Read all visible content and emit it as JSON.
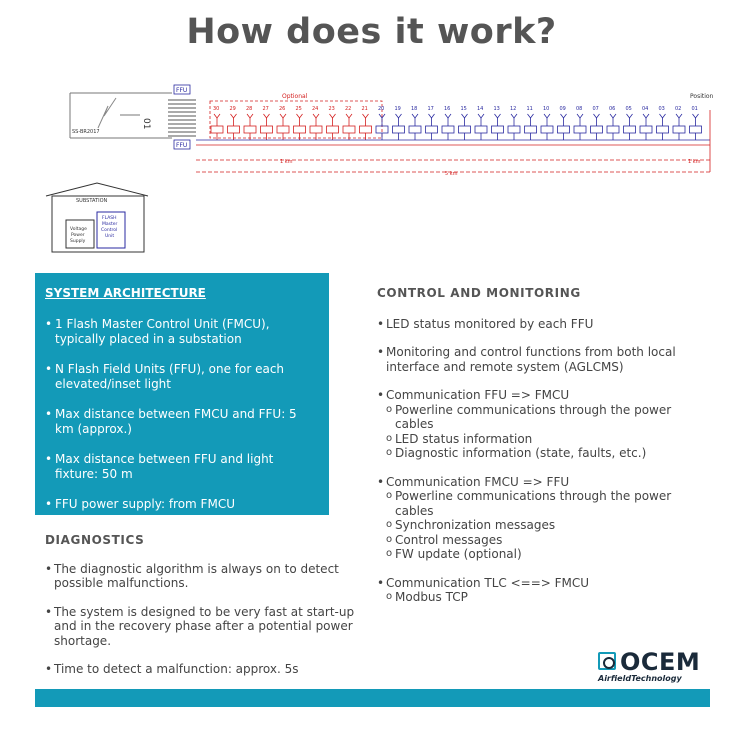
{
  "title": "How does it work?",
  "colors": {
    "accent": "#139ab8",
    "title": "#555555",
    "logo": "#1a2a3a",
    "diagram_red": "#d42020",
    "diagram_blue": "#2a2aa0"
  },
  "diagram": {
    "optional_label": "Optional",
    "position_label": "Position",
    "ffu_top_label": "FFU",
    "ffu_bottom_label": "FFU",
    "bus_label": "SS-BR2017",
    "substation_label": "SUBSTATION",
    "voltage_supply_label": "Voltage Power Supply",
    "fmcu_label": "FLASH Master Control Unit",
    "positions_red": [
      "30",
      "29",
      "28",
      "27",
      "26",
      "25",
      "24",
      "23",
      "22",
      "21"
    ],
    "positions_blue": [
      "20",
      "19",
      "18",
      "17",
      "16",
      "15",
      "14",
      "13",
      "12",
      "11",
      "10",
      "09",
      "08",
      "07",
      "06",
      "05",
      "04",
      "03",
      "02",
      "01"
    ]
  },
  "architecture": {
    "title": "SYSTEM ARCHITECTURE",
    "items": [
      "1 Flash Master Control Unit (FMCU), typically placed in a substation",
      "N Flash Field Units (FFU), one for each elevated/inset light",
      "Max distance between FMCU and FFU: 5 km (approx.)",
      "Max distance between FFU and light fixture: 50 m",
      "FFU power supply: from FMCU"
    ]
  },
  "diagnostics": {
    "title": "DIAGNOSTICS",
    "items": [
      "The diagnostic algorithm is always on to detect possible malfunctions.",
      "The system is designed to be very fast at start-up and in the recovery phase after a potential power shortage.",
      "Time to detect a malfunction: approx. 5s"
    ]
  },
  "control": {
    "title": "CONTROL AND MONITORING",
    "items": [
      {
        "text": "LED status monitored by each FFU",
        "sub": []
      },
      {
        "text": "Monitoring and control functions from both local interface and remote system (AGLCMS)",
        "sub": []
      },
      {
        "text": "Communication FFU => FMCU",
        "sub": [
          "Powerline communications through the power cables",
          "LED status information",
          "Diagnostic information (state, faults, etc.)"
        ]
      },
      {
        "text": "Communication FMCU => FFU",
        "sub": [
          "Powerline communications through the power cables",
          "Synchronization messages",
          "Control messages",
          "FW update (optional)"
        ]
      },
      {
        "text": "Communication TLC <==> FMCU",
        "sub": [
          "Modbus TCP"
        ]
      }
    ]
  },
  "logo": {
    "name": "OCEM",
    "tagline": "AirfieldTechnology",
    "mark_icon": "ocem-logo-icon"
  }
}
